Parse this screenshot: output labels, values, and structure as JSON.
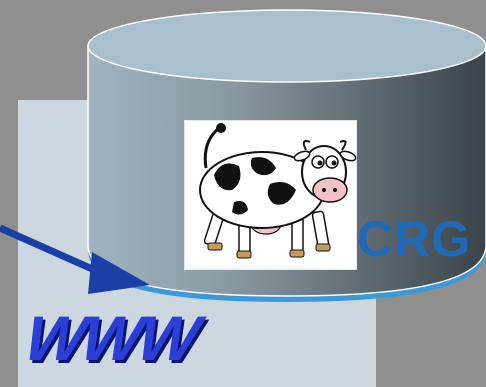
{
  "labels": {
    "crg": "CRG",
    "www": "WWW"
  },
  "colors": {
    "background": "#8f8f8f",
    "panel": "#cdd7df",
    "cylinder_top": "#a7c0cc",
    "cylinder_outline": "#ffffff",
    "cylinder_base_rim": "#3a9ad8",
    "arrow": "#1a3fa6",
    "crg_text": "#1e6ab7",
    "www_text": "#2b3fd6"
  },
  "icons": {
    "cow": "cow-illustration",
    "arrow": "arrow-right-icon"
  }
}
